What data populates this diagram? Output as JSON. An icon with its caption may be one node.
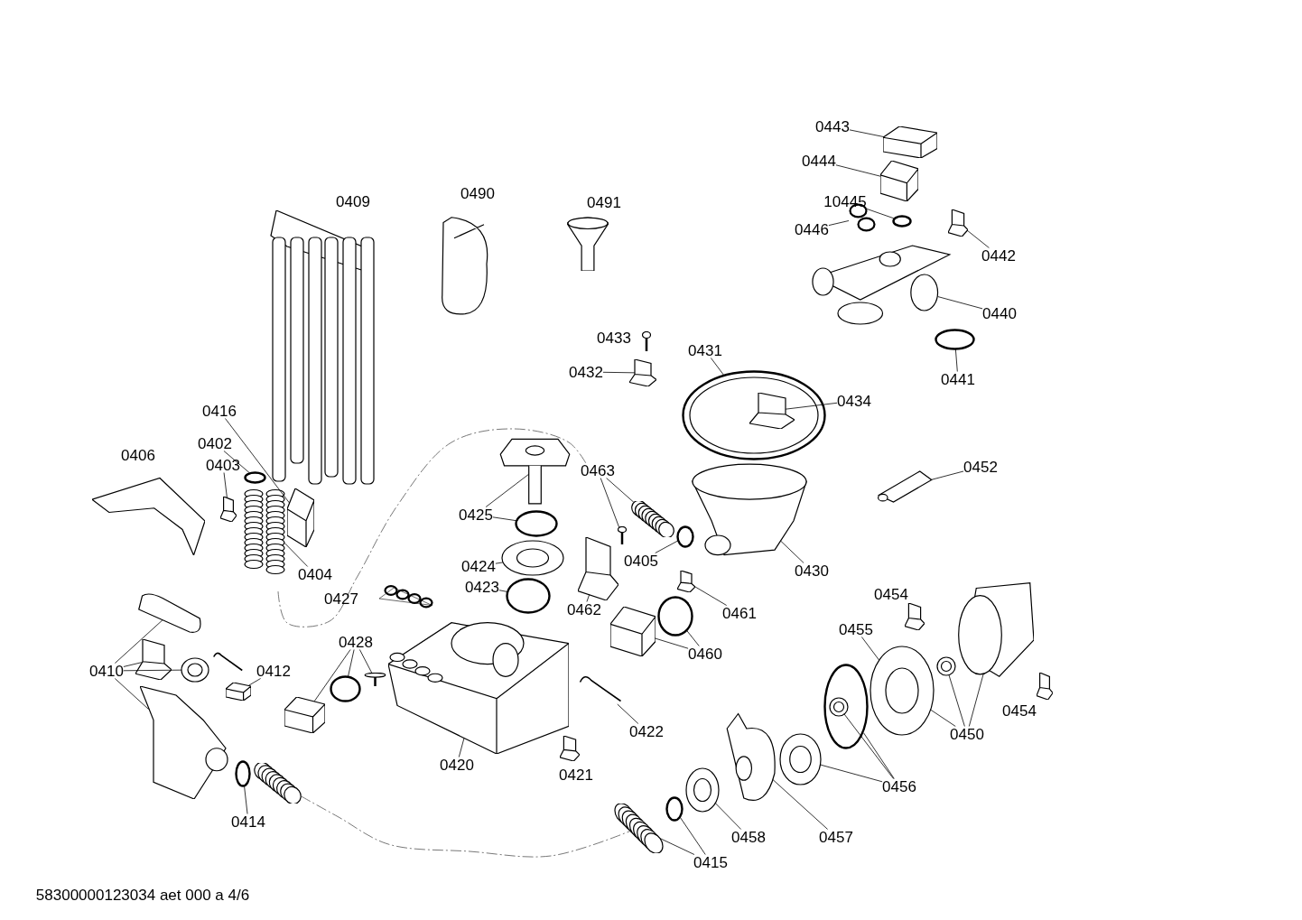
{
  "diagram": {
    "nodes": [
      {
        "text": [
          "0443"
        ]
      },
      {
        "text": [
          "0444"
        ]
      },
      {
        "text": [
          "10445"
        ]
      },
      {
        "text": [
          "0446"
        ]
      },
      {
        "text": [
          "0442"
        ]
      },
      {
        "text": [
          "0440"
        ]
      },
      {
        "text": [
          "0441"
        ]
      },
      {
        "text": [
          "0432"
        ]
      },
      {
        "text": [
          "0431"
        ]
      },
      {
        "text": [
          "0434"
        ]
      },
      {
        "text": [
          "0452"
        ]
      },
      {
        "text": [
          "0463"
        ]
      },
      {
        "text": [
          "0405"
        ]
      },
      {
        "text": [
          "0430"
        ]
      },
      {
        "text": [
          "0425"
        ]
      },
      {
        "text": [
          "0424"
        ]
      },
      {
        "text": [
          "0423"
        ]
      },
      {
        "text": [
          "0462"
        ]
      },
      {
        "text": [
          "0461"
        ]
      },
      {
        "text": [
          "0460"
        ]
      },
      {
        "text": [
          "0455"
        ]
      },
      {
        "text": [
          "0450"
        ]
      },
      {
        "text": [
          "0456"
        ]
      },
      {
        "text": [
          "0457"
        ]
      },
      {
        "text": [
          "0458"
        ]
      },
      {
        "text": [
          "0415"
        ]
      },
      {
        "text": [
          "0422"
        ]
      },
      {
        "text": [
          "0420"
        ]
      },
      {
        "text": [
          "0428"
        ]
      },
      {
        "text": [
          "0404"
        ]
      },
      {
        "text": [
          "0403"
        ]
      },
      {
        "text": [
          "0402"
        ]
      },
      {
        "text": [
          "0416"
        ]
      },
      {
        "text": [
          "0410"
        ]
      },
      {
        "text": [
          "0412"
        ]
      },
      {
        "text": [
          "0414"
        ]
      },
      {
        "text": [],
        "shape": "picture"
      },
      {
        "text": [],
        "shape": "picture"
      },
      {
        "text": [],
        "shape": "circle"
      },
      {
        "text": [],
        "shape": "picture"
      },
      {
        "text": [],
        "shape": "picture"
      },
      {
        "text": [],
        "shape": "picture"
      },
      {
        "text": [],
        "shape": "circle"
      },
      {
        "text": [],
        "shape": "picture",
        "beside": [
          "0409"
        ]
      },
      {
        "text": [],
        "shape": "picture",
        "beside": [
          "0490"
        ]
      },
      {
        "text": [],
        "shape": "picture",
        "beside": [
          "0491"
        ]
      },
      {
        "text": [],
        "shape": "picture",
        "beside": [
          "0433"
        ]
      },
      {
        "text": [],
        "shape": "picture"
      },
      {
        "text": [],
        "shape": "picture"
      },
      {
        "text": [],
        "shape": "picture",
        "in": 48
      },
      {
        "text": [],
        "shape": "picture"
      },
      {
        "text": [],
        "shape": "picture"
      },
      {
        "text": [],
        "shape": "picture"
      },
      {
        "text": [],
        "shape": "picture"
      },
      {
        "text": [],
        "shape": "circle"
      },
      {
        "text": [],
        "shape": "picture"
      },
      {
        "text": [],
        "shape": "circle"
      },
      {
        "text": [],
        "shape": "picture"
      },
      {
        "text": [],
        "shape": "circle"
      },
      {
        "text": [],
        "shape": "picture"
      },
      {
        "text": [],
        "shape": "picture"
      },
      {
        "text": [],
        "shape": "circle"
      },
      {
        "text": [],
        "shape": "picture"
      },
      {
        "text": [],
        "shape": "picture"
      },
      {
        "text": [],
        "shape": "picture"
      },
      {
        "text": [],
        "shape": "picture",
        "beside": [
          "0421"
        ]
      },
      {
        "text": [],
        "shape": "picture"
      },
      {
        "text": [],
        "shape": "circle"
      },
      {
        "text": [],
        "shape": "picture"
      },
      {
        "text": [],
        "shape": "picture",
        "beside": [
          "0427"
        ]
      },
      {
        "text": [],
        "shape": "picture"
      },
      {
        "text": [],
        "shape": "picture"
      },
      {
        "text": [],
        "shape": "circle"
      },
      {
        "text": [],
        "shape": "picture"
      },
      {
        "text": [],
        "shape": "picture"
      },
      {
        "text": [],
        "shape": "picture",
        "beside": [
          "0406"
        ]
      },
      {
        "text": [],
        "shape": "picture"
      },
      {
        "text": [],
        "shape": "picture"
      },
      {
        "text": [],
        "shape": "picture"
      },
      {
        "text": [],
        "shape": "picture"
      },
      {
        "text": [],
        "shape": "picture"
      },
      {
        "text": [],
        "shape": "picture"
      },
      {
        "text": [],
        "shape": "circle"
      },
      {
        "text": [],
        "shape": "picture"
      },
      {
        "text": [],
        "shape": "picture"
      },
      {
        "text": [],
        "shape": "circle"
      },
      {
        "text": [],
        "shape": "picture"
      },
      {
        "text": [],
        "shape": "picture"
      },
      {
        "text": [],
        "shape": "picture"
      },
      {
        "text": [],
        "shape": "circle"
      },
      {
        "text": [],
        "shape": "picture",
        "in": 89
      },
      {
        "text": [],
        "shape": "picture"
      },
      {
        "text": [],
        "shape": "picture"
      },
      {
        "text": [],
        "shape": "picture"
      },
      {
        "text": [],
        "shape": "picture",
        "beside": [
          "0454"
        ]
      },
      {
        "text": [],
        "shape": "picture",
        "beside": [
          "0454"
        ]
      }
    ],
    "edges": [
      {
        "from": 0,
        "to": 36,
        "arrow": "none"
      },
      {
        "from": 1,
        "to": 37,
        "arrow": "none"
      },
      {
        "from": 2,
        "to": 38,
        "arrow": "none"
      },
      {
        "from": 3,
        "to": 39,
        "arrow": "none"
      },
      {
        "from": 4,
        "to": 40,
        "arrow": "none"
      },
      {
        "from": 5,
        "to": 41,
        "arrow": "none"
      },
      {
        "from": 6,
        "to": 42,
        "arrow": "none"
      },
      {
        "from": 7,
        "to": 47,
        "arrow": "none"
      },
      {
        "from": 8,
        "to": 48,
        "arrow": "none"
      },
      {
        "from": 9,
        "to": 49,
        "arrow": "none"
      },
      {
        "from": 10,
        "to": 51,
        "arrow": "none"
      },
      {
        "from": 11,
        "to": 52,
        "arrow": "none"
      },
      {
        "from": 11,
        "to": 53,
        "arrow": "none"
      },
      {
        "from": 12,
        "to": 54,
        "arrow": "none"
      },
      {
        "from": 13,
        "to": 50,
        "arrow": "none"
      },
      {
        "from": 14,
        "to": 55,
        "arrow": "none"
      },
      {
        "from": 14,
        "to": 56,
        "arrow": "none"
      },
      {
        "from": 15,
        "to": 57,
        "arrow": "none"
      },
      {
        "from": 16,
        "to": 58,
        "arrow": "none"
      },
      {
        "from": 17,
        "to": 59,
        "arrow": "none"
      },
      {
        "from": 18,
        "to": 60,
        "arrow": "none"
      },
      {
        "from": 19,
        "to": 61,
        "arrow": "none"
      },
      {
        "from": 19,
        "to": 62,
        "arrow": "none"
      },
      {
        "from": 20,
        "to": 91,
        "arrow": "none"
      },
      {
        "from": 21,
        "to": 91,
        "arrow": "none"
      },
      {
        "from": 21,
        "to": 92,
        "arrow": "none"
      },
      {
        "from": 21,
        "to": 93,
        "arrow": "none"
      },
      {
        "from": 22,
        "to": 88,
        "arrow": "none"
      },
      {
        "from": 22,
        "to": 89,
        "arrow": "none"
      },
      {
        "from": 22,
        "to": 90,
        "arrow": "none"
      },
      {
        "from": 23,
        "to": 87,
        "arrow": "none"
      },
      {
        "from": 24,
        "to": 86,
        "arrow": "none"
      },
      {
        "from": 25,
        "to": 84,
        "arrow": "none"
      },
      {
        "from": 25,
        "to": 85,
        "arrow": "none"
      },
      {
        "from": 26,
        "to": 64,
        "arrow": "none"
      },
      {
        "from": 27,
        "to": 63,
        "arrow": "none"
      },
      {
        "from": 28,
        "to": 66,
        "arrow": "none"
      },
      {
        "from": 28,
        "to": 67,
        "arrow": "none"
      },
      {
        "from": 28,
        "to": 68,
        "arrow": "none"
      },
      {
        "from": 29,
        "to": 71,
        "arrow": "none"
      },
      {
        "from": 30,
        "to": 73,
        "arrow": "none"
      },
      {
        "from": 31,
        "to": 72,
        "arrow": "none"
      },
      {
        "from": 32,
        "to": 74,
        "arrow": "none"
      },
      {
        "from": 33,
        "to": 76,
        "arrow": "none"
      },
      {
        "from": 33,
        "to": 77,
        "arrow": "none"
      },
      {
        "from": 33,
        "to": 78,
        "arrow": "none"
      },
      {
        "from": 33,
        "to": 79,
        "arrow": "none"
      },
      {
        "from": 34,
        "to": 80,
        "arrow": "none"
      },
      {
        "from": 35,
        "to": 82,
        "arrow": "none"
      },
      {
        "from": 83,
        "to": 84,
        "arrow": "none",
        "style": "dashed"
      }
    ],
    "labels": [
      "58300000123034 aet 000 a 4/6"
    ]
  }
}
